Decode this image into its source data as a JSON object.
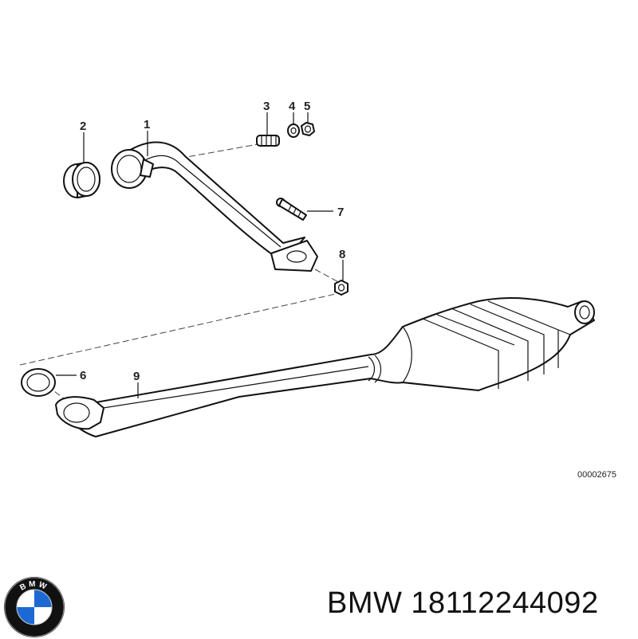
{
  "callouts": {
    "c1": "1",
    "c2": "2",
    "c3": "3",
    "c4": "4",
    "c5": "5",
    "c6": "6",
    "c7": "7",
    "c8": "8",
    "c9": "9"
  },
  "diagram_code": "00002675",
  "caption": "BMW 18112244092",
  "logo": {
    "text": "BMW",
    "colors": {
      "ring": "#111111",
      "blue": "#1c69d4",
      "white": "#ffffff"
    }
  }
}
